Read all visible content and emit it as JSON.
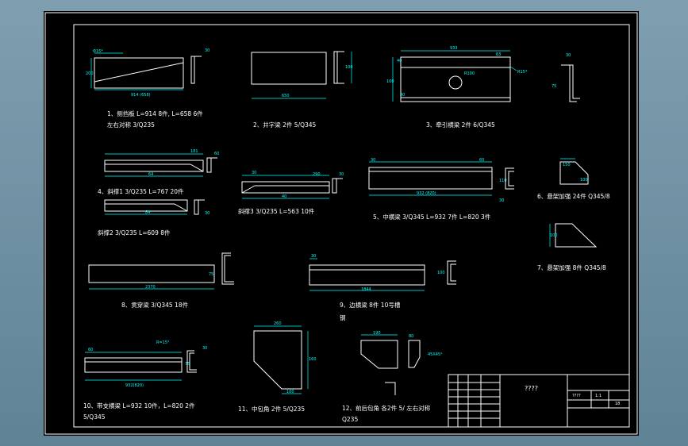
{
  "colors": {
    "background": "#6e8fa1",
    "sheet": "#000000",
    "border": "#ffffff",
    "part": "#ffffff",
    "dimension": "#00ffff",
    "label": "#ffffff"
  },
  "parts": {
    "p1": {
      "label1": "1、侧挡板 L=914 8件, L=658 6件",
      "label2": "左右对称 3/Q235",
      "dims": [
        "Φ15*",
        "30",
        "200",
        "914 (658)"
      ]
    },
    "p2": {
      "label": "2、井字梁 2件 5/Q345",
      "dims": [
        "650",
        "100"
      ]
    },
    "p3": {
      "label": "3、牵引横梁 2件 6/Q345",
      "dims": [
        "933",
        "63",
        "40",
        "R100",
        "R15*",
        "100",
        "40",
        "30",
        "75"
      ]
    },
    "p4": {
      "label": "4、斜撑1 3/Q235 L=767 20件",
      "label_b": "斜撑2 3/Q235 L=609 8件",
      "dims": [
        "181",
        "64",
        "60",
        "84",
        "30"
      ]
    },
    "p_s3": {
      "label": "斜撑3 3/Q235 L=563 10件",
      "dims": [
        "30",
        "290",
        "40",
        "30"
      ]
    },
    "p5": {
      "label": "5、中横梁 3/Q345 L=932 7件 L=820 3件",
      "dims": [
        "30",
        "932 (820)",
        "60",
        "110",
        "30"
      ]
    },
    "p6": {
      "label": "6、悬架加强 24件 Q345/8",
      "dims": [
        "150",
        "100"
      ]
    },
    "p7": {
      "label": "7、悬架加强 8件 Q345/8",
      "dims": [
        "100"
      ]
    },
    "p8": {
      "label": "8、贯穿梁 3/Q345 18件",
      "dims": [
        "2370",
        "75"
      ]
    },
    "p9": {
      "label": "9、边横梁 8件 10号槽",
      "label2": "钢",
      "dims": [
        "1844",
        "30",
        "100"
      ]
    },
    "p10": {
      "label": "10、带支横梁 L=932 10件，L=820 2件",
      "label2": "5/Q345",
      "dims": [
        "R=15°",
        "932(820)",
        "60",
        "30",
        "75"
      ]
    },
    "p11": {
      "label": "11、中包角 2件 5/Q235",
      "dims": [
        "260",
        "160",
        "100"
      ]
    },
    "p12": {
      "label": "12、前后包角 各2件 5/ 左右对称",
      "label2": "Q235",
      "dims": [
        "190",
        "80",
        "45X45°"
      ]
    }
  },
  "title_block": {
    "name": "????",
    "cells": [
      "????",
      "1:1",
      "18"
    ]
  }
}
